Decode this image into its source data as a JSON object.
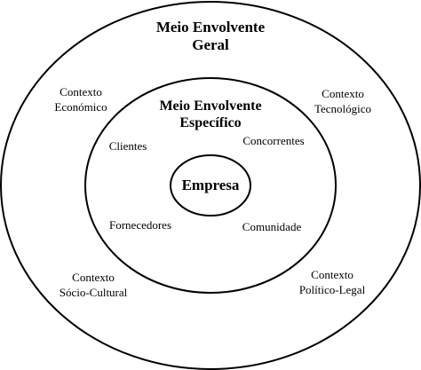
{
  "colors": {
    "stroke": "#000000",
    "background": "#ffffff"
  },
  "outer_ring": {
    "title_line1": "Meio Envolvente",
    "title_line2": "Geral",
    "economico": {
      "line1": "Contexto",
      "line2": "Económico"
    },
    "tecnologico": {
      "line1": "Contexto",
      "line2": "Tecnológico"
    },
    "socio_cultural": {
      "line1": "Contexto",
      "line2": "Sócio-Cultural"
    },
    "politico_legal": {
      "line1": "Contexto",
      "line2": "Político-Legal"
    }
  },
  "middle_ring": {
    "title_line1": "Meio Envolvente",
    "title_line2": "Específico",
    "clientes": "Clientes",
    "concorrentes": "Concorrentes",
    "fornecedores": "Fornecedores",
    "comunidade": "Comunidade"
  },
  "core": {
    "label": "Empresa"
  }
}
